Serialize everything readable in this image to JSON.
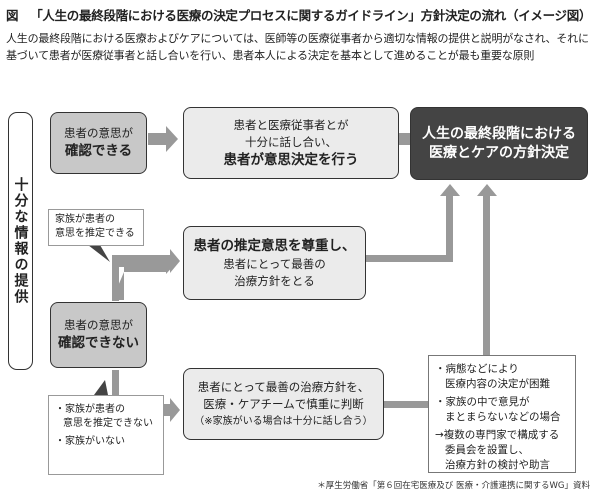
{
  "title": {
    "prefix": "図",
    "text": "「人生の最終段階における医療の決定プロセスに関するガイドライン」方針決定の流れ（イメージ図）"
  },
  "intro": "人生の最終段階における医療およびケアについては、医師等の医療従事者から適切な情報の提供と説明がなされ、それに基づいて患者が医療従事者と話し合いを行い、患者本人による決定を基本として進めることが最も重要な原則",
  "side_label": "十分な情報の提供",
  "boxes": {
    "can_confirm": {
      "line1": "患者の意思が",
      "line2": "確認できる"
    },
    "discussion": {
      "line1": "患者と医療従事者とが",
      "line2": "十分に話し合い、",
      "line3": "患者が意思決定を行う"
    },
    "final_decision": {
      "line1": "人生の最終段階における",
      "line2": "医療とケアの方針決定"
    },
    "cannot_confirm": {
      "line1": "患者の意思が",
      "line2": "確認できない"
    },
    "presumed_will": {
      "line1": "患者の推定意思を尊重し、",
      "line2": "患者にとって最善の",
      "line3": "治療方針をとる"
    },
    "team_judgment": {
      "line1": "患者にとって最善の治療方針を、",
      "line2": "医療・ケアチームで慎重に判断",
      "line3": "（※家族がいる場合は十分に話し合う）"
    }
  },
  "callouts": {
    "family_can_presume": {
      "line1": "家族が患者の",
      "line2": "意思を推定できる"
    },
    "family_cannot": {
      "item1_line1": "・家族が患者の",
      "item1_line2": "意思を推定できない",
      "item2": "・家族がいない"
    }
  },
  "note": {
    "item1_line1": "・病態などにより",
    "item1_line2": "医療内容の決定が困難",
    "item2_line1": "・家族の中で意見が",
    "item2_line2": "まとまらないなどの場合",
    "item3_line1": "→複数の専門家で構成する",
    "item3_line2": "委員会を設置し、",
    "item3_line3": "治療方針の検討や助言"
  },
  "footer": "＊厚生労働省「第６回在宅医療及び 医療・介護連携に関するWG」資料",
  "colors": {
    "arrow": "#999999",
    "dark_box": "#444444",
    "medium_box": "#c8c8c8",
    "light_box": "#ebebeb"
  }
}
